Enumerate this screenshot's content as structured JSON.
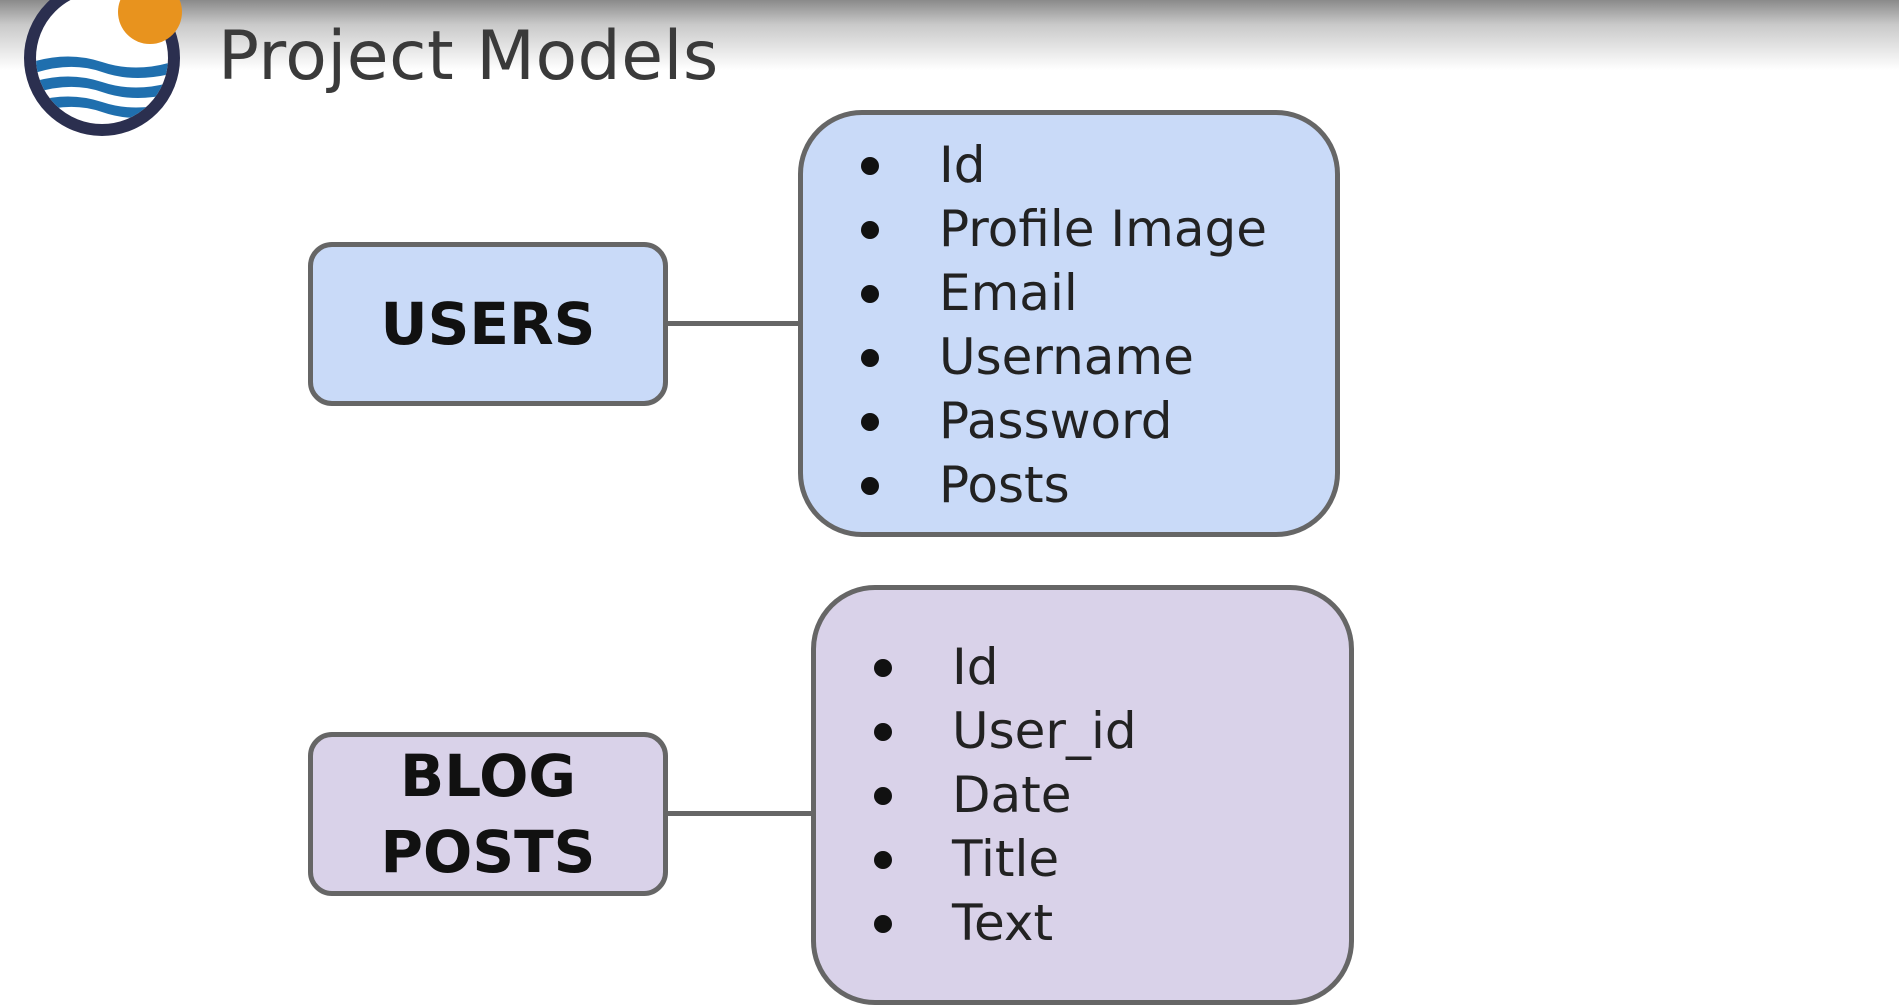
{
  "header": {
    "title": "Project Models",
    "logo_icon": "sun-over-waves-logo",
    "colors": {
      "logo_ring": "#2b2f4f",
      "logo_sun": "#e8931e",
      "logo_waves": "#1f6fae"
    }
  },
  "diagram": {
    "users": {
      "entity_lines": [
        "USERS"
      ],
      "fields": [
        "Id",
        "Profile Image",
        "Email",
        "Username",
        "Password",
        "Posts"
      ],
      "color": "#c9daf8"
    },
    "blog_posts": {
      "entity_lines": [
        "BLOG",
        "POSTS"
      ],
      "fields": [
        "Id",
        "User_id",
        "Date",
        "Title",
        "Text"
      ],
      "color": "#d9d2e9"
    },
    "border_color": "#666666"
  }
}
